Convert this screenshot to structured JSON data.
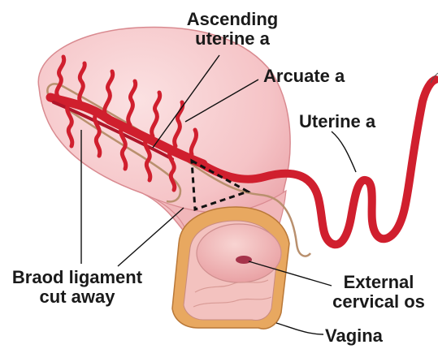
{
  "labels": {
    "ascending_line1": "Ascending",
    "ascending_line2": "uterine a",
    "arcuate": "Arcuate a",
    "uterine": "Uterine a",
    "broad_line1": "Braod ligament",
    "broad_line2": "cut away",
    "os_line1": "External",
    "os_line2": "cervical os",
    "vagina": "Vagina"
  },
  "colors": {
    "artery": "#d01f2e",
    "uterus_fill": "#f4c4c7",
    "ligament_fill": "#f6d7d2",
    "vagina_outer": "#e8a860",
    "cervix_fill": "#f1b9b8",
    "os": "#a5334a"
  }
}
